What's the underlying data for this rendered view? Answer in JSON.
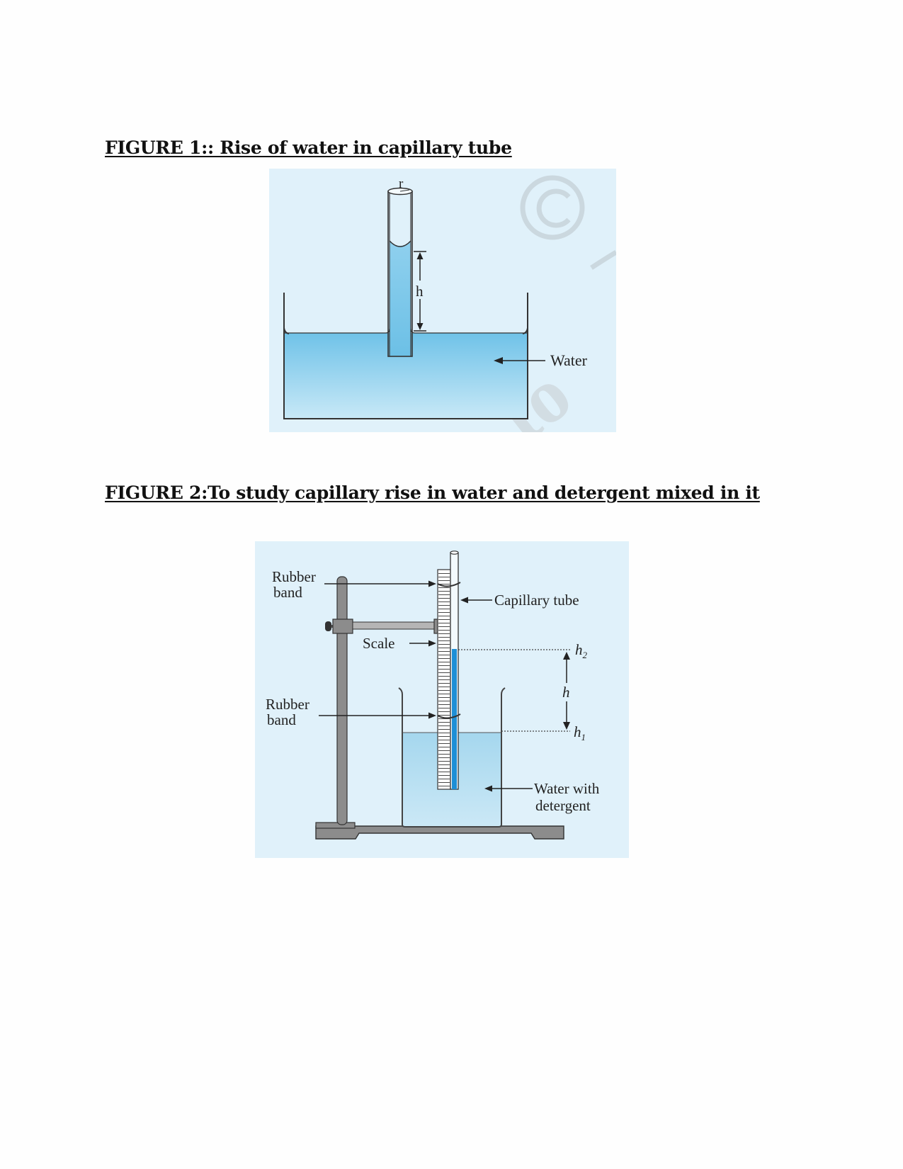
{
  "figure1": {
    "heading": "FIGURE 1:: Rise of water in capillary tube",
    "labels": {
      "radius": "r",
      "height": "h",
      "water": "Water"
    },
    "watermark": "© to",
    "colors": {
      "panel_bg": "#e0f1fa",
      "water": "#72c4e8",
      "water_light": "#b6e1f4"
    }
  },
  "figure2": {
    "heading": "FIGURE 2:To study capillary rise in water and detergent mixed in it",
    "labels": {
      "rubber_band_top_line1": "Rubber",
      "rubber_band_top_line2": "band",
      "capillary_tube": "Capillary tube",
      "scale": "Scale",
      "h2": "h",
      "h2_sub": "2",
      "h": "h",
      "h1": "h",
      "h1_sub": "1",
      "rubber_band_bottom_line1": "Rubber",
      "rubber_band_bottom_line2": "band",
      "water_detergent_line1": "Water with",
      "water_detergent_line2": "detergent"
    },
    "colors": {
      "panel_bg": "#e0f1fa",
      "water": "#a9d9ef",
      "capillary_fill": "#1e8fd6",
      "stand": "#888888"
    }
  }
}
